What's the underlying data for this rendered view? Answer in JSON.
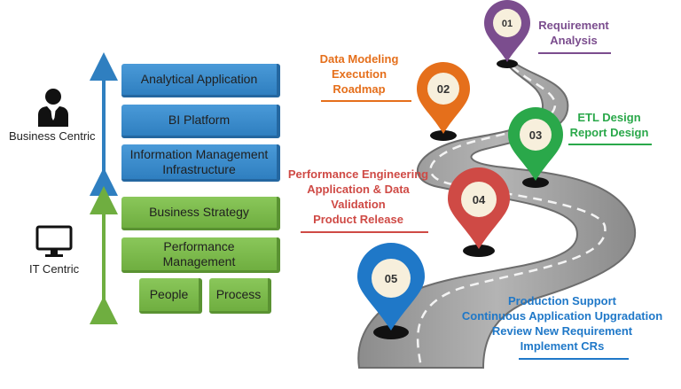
{
  "left": {
    "business_label": "Business Centric",
    "it_label": "IT Centric",
    "blue_boxes": [
      {
        "label": "Analytical Application"
      },
      {
        "label": "BI Platform"
      },
      {
        "label": "Information Management Infrastructure"
      }
    ],
    "green_boxes": [
      {
        "label": "Business Strategy"
      },
      {
        "label": "Performance Management"
      },
      {
        "label": "People"
      },
      {
        "label": "Process"
      }
    ]
  },
  "colors": {
    "step1": "#7b4d8e",
    "step2": "#e56f1b",
    "step3": "#2aa84a",
    "step4": "#cf4a45",
    "step5": "#1f78c8",
    "blue_box": "#3c8dcf",
    "green_box": "#7cbc4c"
  },
  "steps": [
    {
      "number": "01",
      "lines": [
        "Requirement",
        "Analysis"
      ]
    },
    {
      "number": "02",
      "lines": [
        "Data Modeling",
        "Execution",
        "Roadmap"
      ]
    },
    {
      "number": "03",
      "lines": [
        "ETL Design",
        "Report Design"
      ]
    },
    {
      "number": "04",
      "lines": [
        "Performance Engineering",
        "Application & Data",
        "Validation",
        "Product Release"
      ]
    },
    {
      "number": "05",
      "lines": [
        "Production Support",
        "Continuous Application Upgradation",
        "Review New Requirement",
        "Implement CRs"
      ]
    }
  ]
}
